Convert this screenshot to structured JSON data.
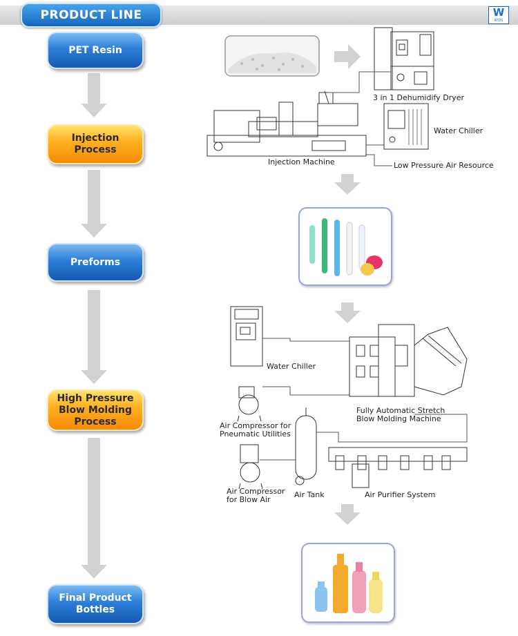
{
  "header": {
    "title": "PRODUCT LINE",
    "logo_letter": "W",
    "logo_sub": "ATDS"
  },
  "steps": [
    {
      "label": "PET Resin",
      "style": "blue"
    },
    {
      "label": "Injection Process",
      "style": "orange"
    },
    {
      "label": "Preforms",
      "style": "blue"
    },
    {
      "label": "High Pressure Blow Molding Process",
      "style": "orange"
    },
    {
      "label": "Final Product Bottles",
      "style": "blue"
    }
  ],
  "equipment_labels": {
    "dryer": "3 in 1 Dehumidify Dryer",
    "chiller_top": "Water Chiller",
    "injection_machine": "Injection Machine",
    "air_resource": "Low Pressure Air Resource",
    "chiller_bottom": "Water Chiller",
    "blow_machine_line1": "Fully Automatic Stretch",
    "blow_machine_line2": "Blow Molding Machine",
    "compressor_pneu_line1": "Air Compressor for",
    "compressor_pneu_line2": "Pneumatic Utilities",
    "compressor_blow_line1": "Air Compressor",
    "compressor_blow_line2": "for Blow Air",
    "air_tank": "Air Tank",
    "air_purifier": "Air Purifier System"
  },
  "colors": {
    "blue": "#1f6fcf",
    "orange": "#f7980f",
    "arrow": "#cfcfcf",
    "line": "#555555"
  }
}
